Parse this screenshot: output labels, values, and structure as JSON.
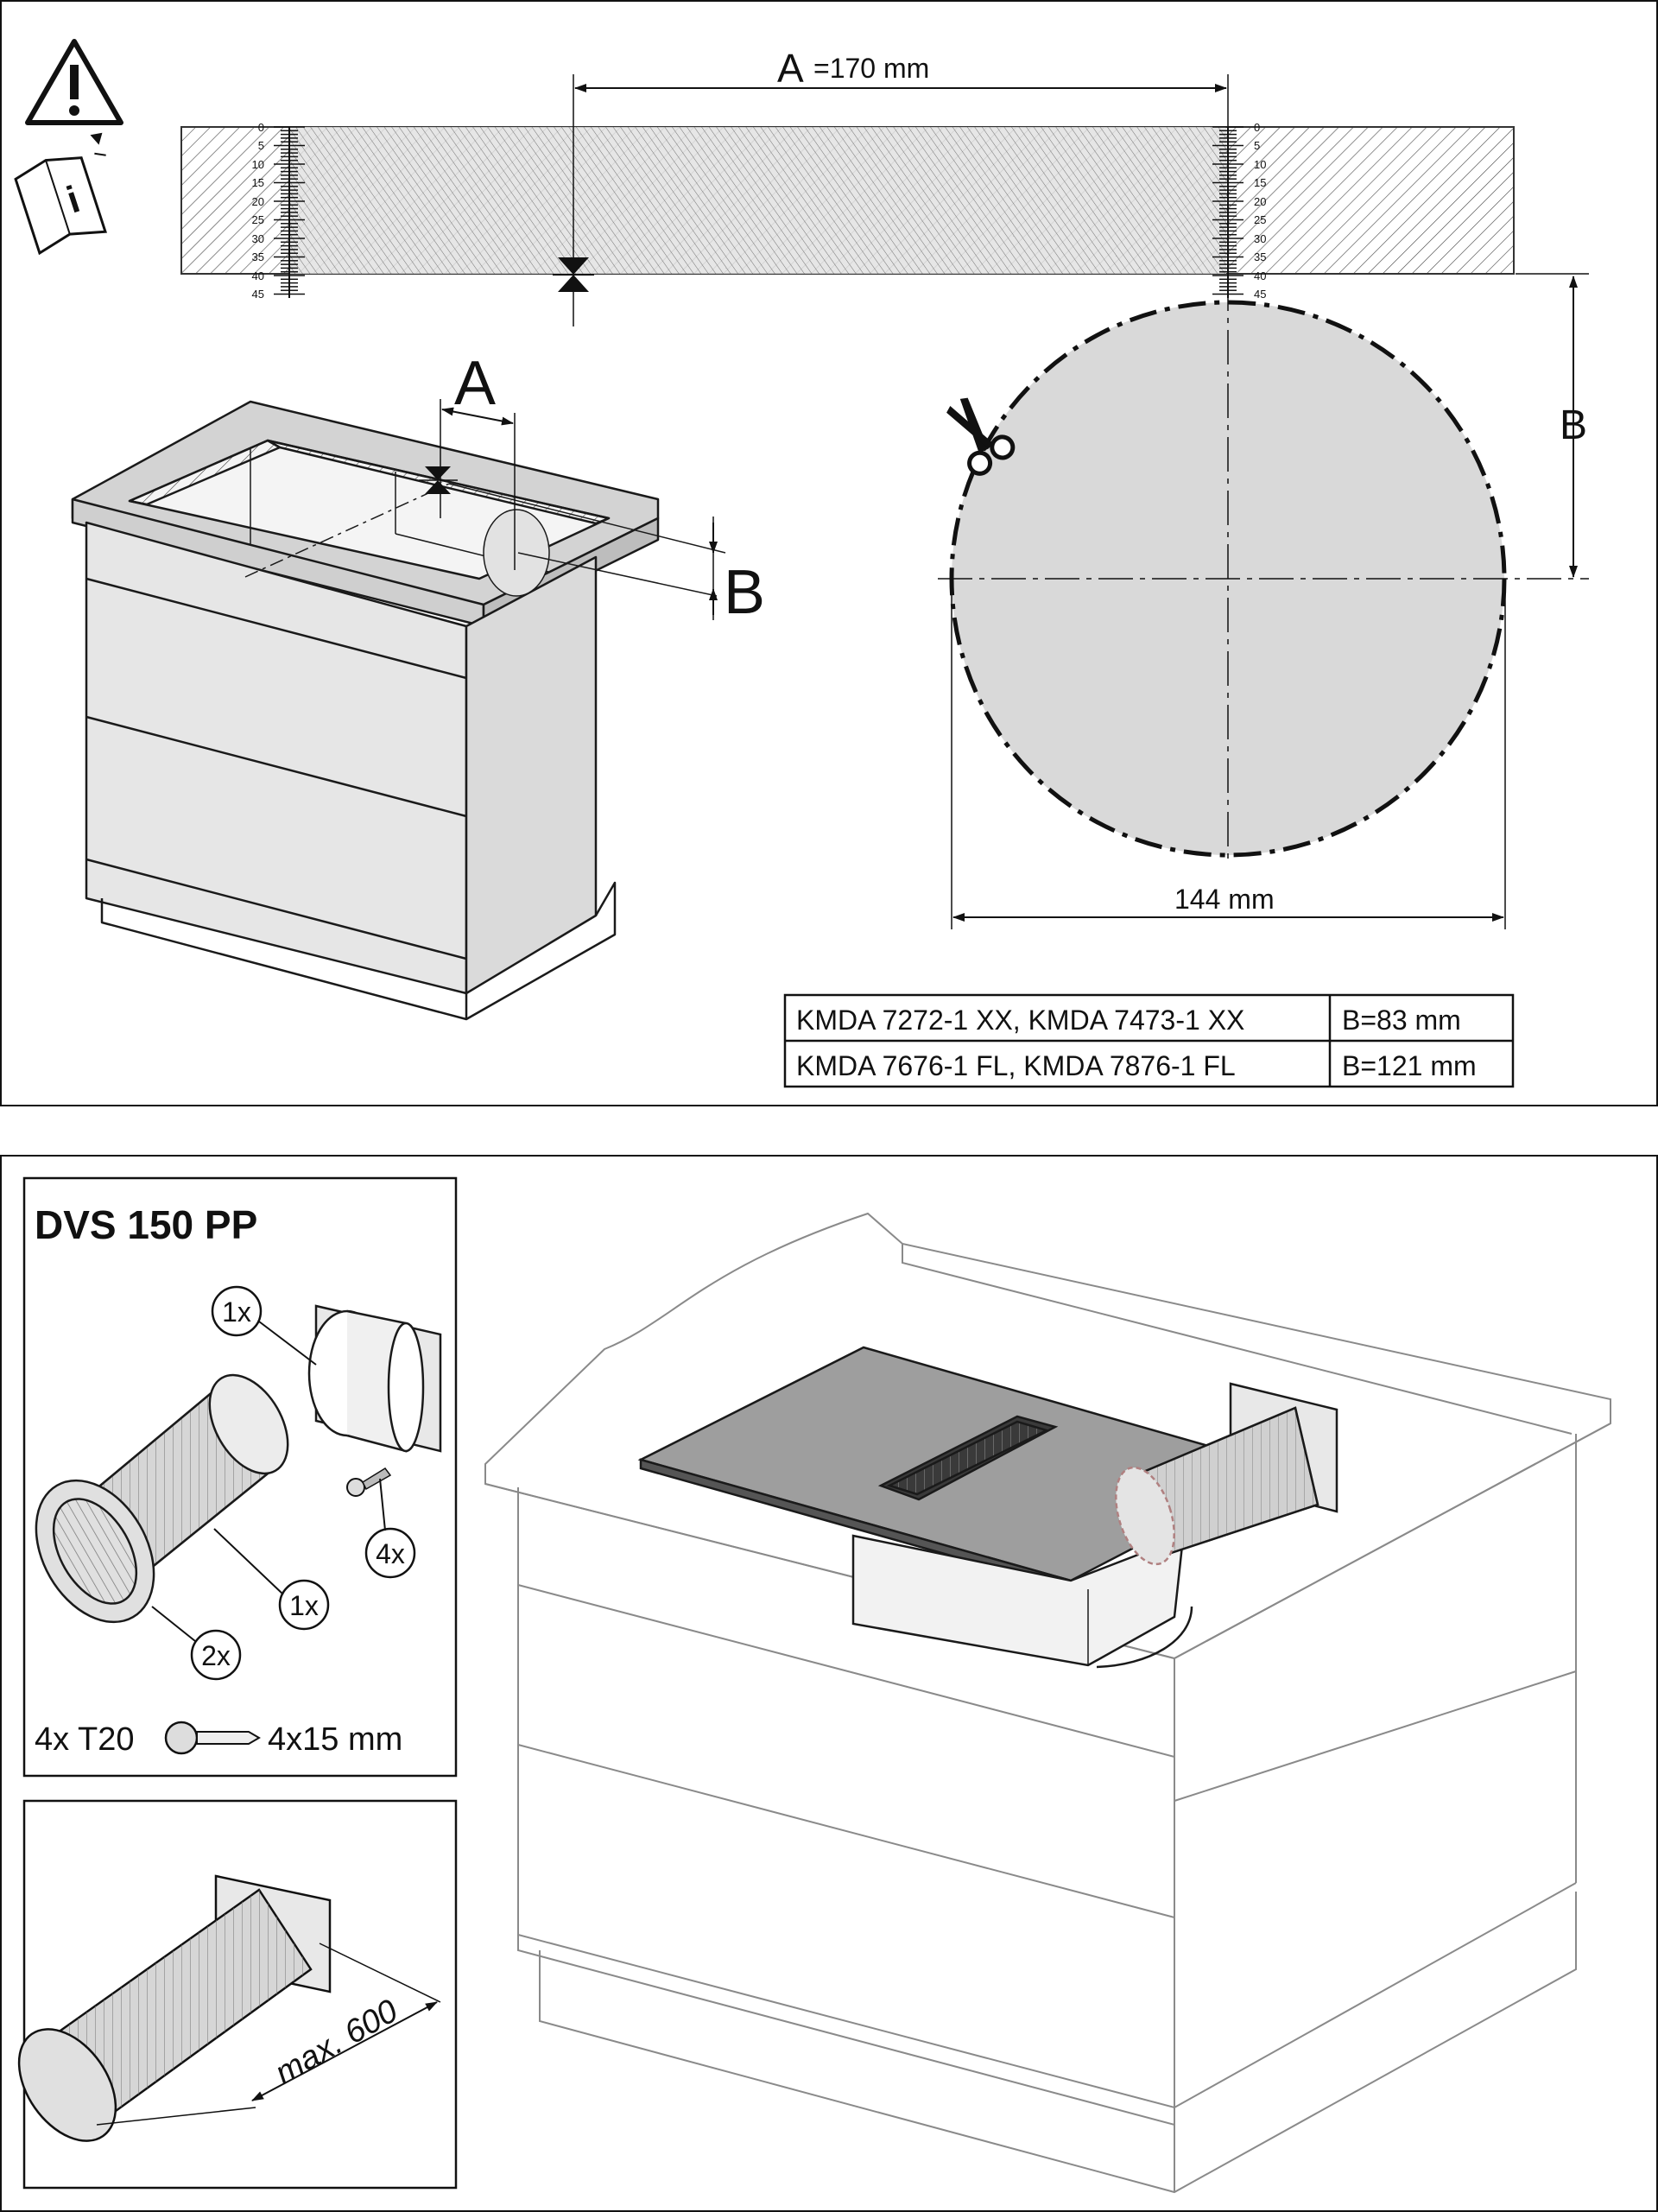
{
  "top_panel": {
    "label_a": "A",
    "dim_a_value": "=170 mm",
    "label_a_small": "A",
    "label_b_small": "B",
    "label_b_right": "B",
    "diameter_label": "144 mm",
    "scale_ticks": [
      "0",
      "5",
      "10",
      "15",
      "20",
      "25",
      "30",
      "35",
      "40",
      "45"
    ],
    "table": {
      "rows": [
        {
          "models": "KMDA 7272-1 XX, KMDA 7473-1 XX",
          "value": "B=83 mm"
        },
        {
          "models": "KMDA 7676-1 FL, KMDA 7876-1 FL",
          "value": "B=121 mm"
        }
      ]
    }
  },
  "bottom_panel": {
    "kit_title": "DVS 150 PP",
    "callouts": {
      "collar": "1x",
      "hose": "1x",
      "clamps": "2x",
      "screws": "4x"
    },
    "screw_spec": {
      "qty": "4x T20",
      "size": "4x15 mm"
    },
    "max_length": "max. 600"
  },
  "colors": {
    "line": "#1a1a1a",
    "fill_gray": "#d9d9d9",
    "face_gray": "#e6e6e6",
    "light_line": "#9a9a9a"
  },
  "icons": [
    "warning-triangle-icon",
    "manual-info-icon",
    "scissors-icon",
    "screw-icon"
  ]
}
